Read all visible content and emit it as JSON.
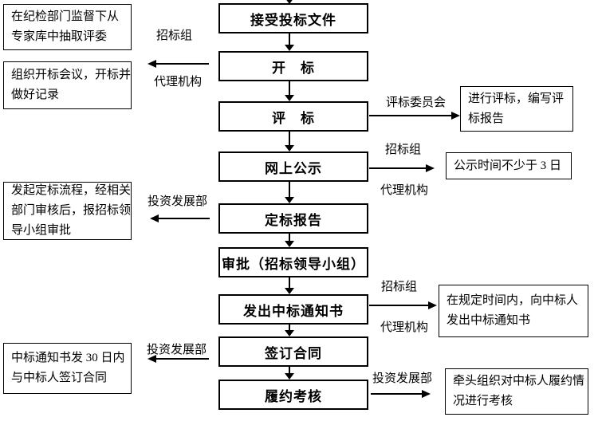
{
  "flow_steps": [
    "接受投标文件",
    "开　标",
    "评　标",
    "网上公示",
    "定标报告",
    "审批（招标领导小组）",
    "发出中标通知书",
    "签订合同",
    "履约考核"
  ],
  "left_notes": [
    {
      "lines": [
        "在纪检部门监督下从",
        "专家库中抽取评委"
      ]
    },
    {
      "lines": [
        "组织开标会议，开标并",
        "做好记录"
      ]
    },
    {
      "lines": [
        "发起定标流程，经相关",
        "部门审核后，报招标领",
        "导小组审批"
      ]
    },
    {
      "lines": [
        "中标通知书发 30 日内",
        "与中标人签订合同"
      ]
    }
  ],
  "right_notes": [
    {
      "lines": [
        "进行评标，编写评",
        "标报告"
      ]
    },
    {
      "lines": [
        "公示时间不少于 3 日"
      ]
    },
    {
      "lines": [
        "在规定时间内，向中标人",
        "发出中标通知书"
      ]
    },
    {
      "lines": [
        "牵头组织对中标人履约情",
        "况进行考核"
      ]
    }
  ],
  "connector_labels": {
    "open_bid_top": "招标组",
    "open_bid_bottom": "代理机构",
    "evaluation_committee": "评标委员会",
    "publicity_top": "招标组",
    "publicity_bottom": "代理机构",
    "award_report_dept": "投资发展部",
    "notice_top": "招标组",
    "notice_bottom": "代理机构",
    "contract_dept": "投资发展部",
    "assessment_dept": "投资发展部"
  },
  "colors": {
    "line": "#000000",
    "background": "#ffffff",
    "text": "#000000"
  }
}
